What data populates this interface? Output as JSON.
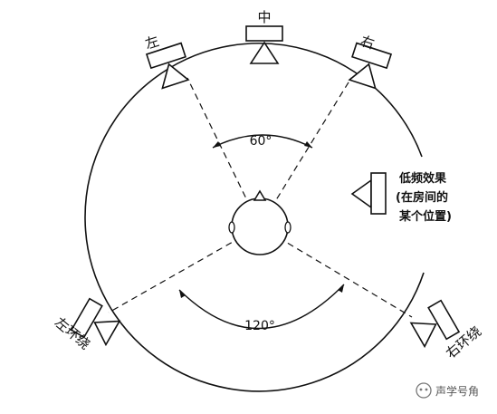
{
  "speakers": {
    "left": "左",
    "center": "中",
    "right": "右",
    "left_surround": "左环绕",
    "right_surround": "右环绕"
  },
  "angles": {
    "front": "60°",
    "rear": "120°"
  },
  "subwoofer": {
    "title": "低频效果",
    "note_line1": "(在房间的",
    "note_line2": "某个位置)"
  },
  "watermark": {
    "text": "声学号角"
  }
}
